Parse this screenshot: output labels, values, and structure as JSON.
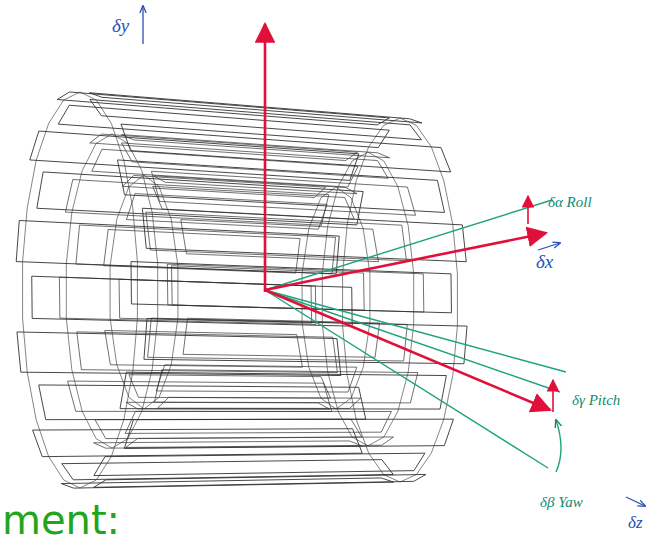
{
  "diagram": {
    "labels": [
      "δy",
      "δα Roll",
      "δx",
      "δγ Pitch",
      "δβ Yaw",
      "δz",
      "ment:"
    ]
  }
}
